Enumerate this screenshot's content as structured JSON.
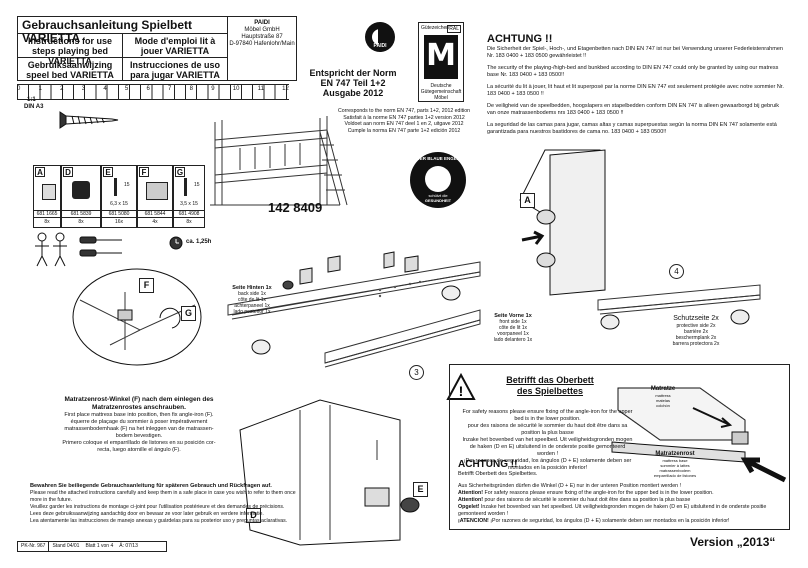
{
  "header": {
    "title": "Gebrauchsanleitung  Spielbett VARIETTA",
    "en_title": "Instructions for use steps playing bed VARIETTA",
    "fr_title": "Mode d'emploi lit à jouer VARIETTA",
    "nl_title": "Gebruiksaanwijzing speel bed VARIETTA",
    "es_title": "Instrucciones de uso para jugar VARIETTA",
    "company_name": "PAIDI",
    "company_line1": "Möbel GmbH",
    "company_line2": "Hauptstraße 87",
    "company_line3": "D-97840 Hafenlohr/Main",
    "logo_text": "PAIDI"
  },
  "scale": {
    "ratio": "1:1",
    "format": "DIN A3",
    "ticks": [
      "0",
      "1",
      "2",
      "3",
      "4",
      "5",
      "6",
      "7",
      "8",
      "9",
      "10",
      "11",
      "12"
    ]
  },
  "norm": {
    "title_line1": "Entspricht der Norm",
    "title_line2": "EN 747 Teil 1+2",
    "title_line3": "Ausgabe 2012",
    "en": "Corresponds to the norm EN 747, parts 1+2, 2012 edition",
    "fr": "Satisfait à la norme EN 747 parties 1+2 version 2012",
    "nl": "Voldoet aan norm EN 747 deel 1 en 2, uitgave 2012",
    "es": "Cumple la norma EN 747 parte 1+2 edición 2012"
  },
  "seal": {
    "top": "Gütezeichen",
    "ral": "RAL",
    "bottom1": "Deutsche",
    "bottom2": "Gütegemeinschaft",
    "bottom3": "Möbel"
  },
  "ecolabel": {
    "top": "DER BLAUE ENGEL",
    "bottom1": "schützt die",
    "bottom2": "GESUNDHEIT"
  },
  "warning": {
    "title": "ACHTUNG !!",
    "de": "Die Sicherheit der Spiel-, Hoch-, und Etagenbetten nach DIN EN 747 ist nur bei Verwendung unserer Federleistenrahmen Nr. 183 0400 + 183 0500 gewährleistet !!",
    "en": "The security of the playing-/high-bed and bunkbed according to DIN EN 747 could only be granted by using our matress base Nr. 183 0400 + 183 0500!!",
    "fr": "La sécurité du lit à jouer, lit haut et lit superposé par la norme DIN EN 747 est seulement protégée avec notre sommier Nr. 183 0400 + 183 0500 !!",
    "nl": "De veiligheid van de speelbedden, hoogslapers en stapelbedden conform DIN EN 747 is alleen gewaarborgd bij gebruik van onze matrassenbodems nrs 183 0400 + 183 0500 !!",
    "es": "La seguridad de las camas para jugar, camas altas y camas superpuestas según la norma DIN EN 747 solamente está garantizada para nuestros bastidores de cama no. 183 0400 + 183 0500!!"
  },
  "article_number": "142 8409",
  "parts": [
    {
      "letter": "A",
      "number": "681 1665",
      "qty": "8x",
      "size": ""
    },
    {
      "letter": "D",
      "number": "681 5839",
      "qty": "8x",
      "size": ""
    },
    {
      "letter": "E",
      "number": "681 5080",
      "qty": "16x",
      "size": "6,3 x 15"
    },
    {
      "letter": "F",
      "number": "681 5844",
      "qty": "4x",
      "size": ""
    },
    {
      "letter": "G",
      "number": "681 4908",
      "qty": "8x",
      "size": "3,5 x 15"
    }
  ],
  "dim_15a": "15",
  "dim_15b": "15",
  "time": "ca. 1,25h",
  "callouts": {
    "A": "A",
    "F": "F",
    "G": "G",
    "D": "D",
    "E": "E",
    "n3": "3",
    "n4": "4"
  },
  "seite_hinten": {
    "title": "Seite Hinten 1x",
    "en": "back side 1x",
    "fr": "côte de lit 1x",
    "nl": "achterpaneel 1x",
    "es": "lado posterior 1x"
  },
  "seite_vorne": {
    "title": "Seite Vorne 1x",
    "en": "front side 1x",
    "fr": "côte de lit 1x",
    "nl": "voorpaneel 1x",
    "es": "lado delantero 1x"
  },
  "schutzseite": {
    "title": "Schutzseite 2x",
    "en": "protective side 2x",
    "fr": "barrière 2x",
    "nl": "beschermplank 2x",
    "es": "barrera protectora 2x"
  },
  "matratzenrost_note": {
    "title1": "Matratzenrost-Winkel (F) nach dem einlegen des",
    "title2": "Matratzenrostes anschrauben.",
    "en": "First place mattress base into position, then fix angle-iron (F).",
    "fr1": "équerre de plaçage du sommier à poser impérativement",
    "fr2": "matrassenbodemhaak (F) na het inleggen van de matrassen-",
    "fr3": "bodem bevestigen.",
    "es1": "Primero coloque el emparrillado de listones en su posición cor-",
    "es2": "recta, luego atornille el ángulo (F)."
  },
  "keep_note": {
    "de": "Bewahren Sie beiliegende Gebrauchsanleitung für späteren Gebrauch und Rückfragen auf.",
    "en1": "Please read the attached instructions carefully and keep them in a safe place in case you wish to refer to them once",
    "en2": "more in the future.",
    "fr": "Veuillez garder les instructions de montage ci-joint pour l'utilisation postérieure et des demandes de précisions.",
    "nl": "Lees deze gebruiksaanwijzing aandachtig door en bewaar ze voor later gebruik en verdere informatie.",
    "es": "Lea atentamente las instrucciones de manejo anexas y guárdelas para su posterior uso y preguntas aclarativas."
  },
  "footer": {
    "pk": "PK-Nr. 967",
    "stand": "Stand 04/01",
    "blatt": "Blatt 1 von 4",
    "ae": "Ä: 07/13",
    "version": "Version „2013“"
  },
  "upper_bed": {
    "title1": "Betrifft das Oberbett",
    "title2": "des Spielbettes",
    "en": " For safety reasons please ensure fixing of the angle-iron for the upper bed is in the lower position.",
    "fr": " pour des raisons de sécurité le sommier du haut doit être dans sa position la plus basse",
    "nl": " Inzake het bovenbed van het speelbed. Uit veiligheidsgronden mogen de haken (D en E) uitsluitend in de onderste positie gemonteerd worden !",
    "es": " ¡Por razones de seguridad, los ángulos (D + E) solamente deben ser montados en la posición inferior!",
    "matratze": "Matratze",
    "matratze_sub1": "mattress",
    "matratze_sub2": "matelas",
    "matratze_sub3": "colchón",
    "rost": "Matratzenrost",
    "rost_sub1": "mattress base",
    "rost_sub2": "sommier à lattes",
    "rost_sub3": "matrassenbodem",
    "rost_sub4": "emparrillado de listones",
    "achtung": "ACHTUNG !!",
    "achtung_sub": "Betrifft Oberbett des Spielbettes.",
    "de": "Aus Sicherheitsgründen dürfen die Winkel (D + E) nur in der unteren Position montiert werden !",
    "en_lbl": "Attention!",
    "fr_lbl": "Attention!",
    "nl_lbl": "Opgelet!",
    "es_lbl": "¡ATENCION!"
  }
}
